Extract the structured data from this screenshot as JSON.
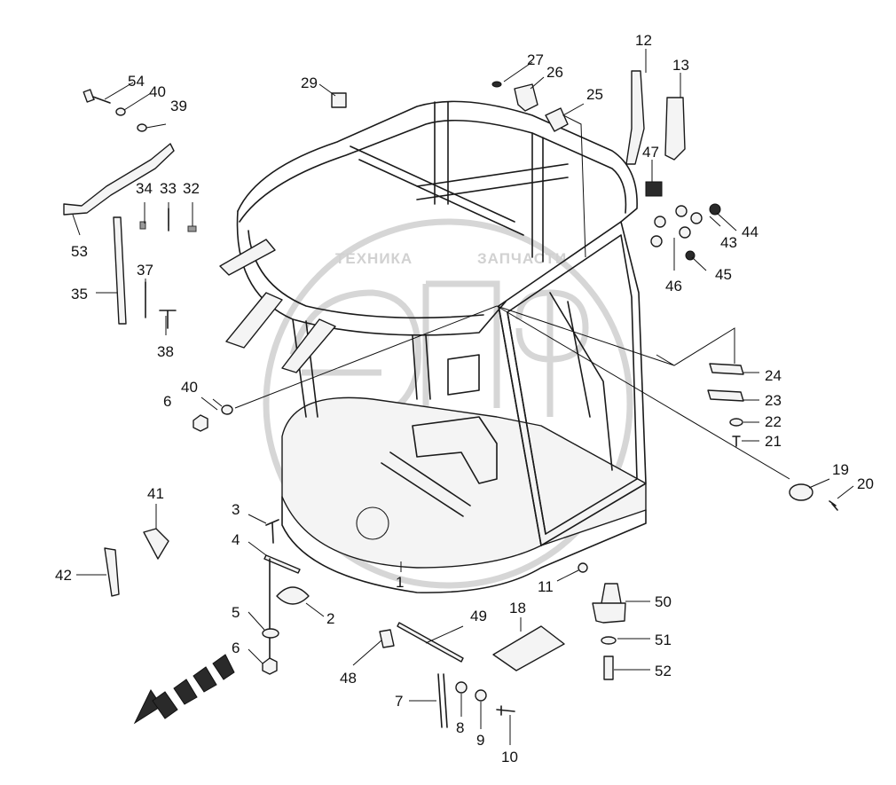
{
  "watermark": {
    "text_left": "ТЕХНИКА",
    "text_right": "ЗАПЧАСТИ",
    "logo_letters": "ЭПФ"
  },
  "callouts": [
    {
      "id": "c1",
      "text": "1"
    },
    {
      "id": "c2",
      "text": "2"
    },
    {
      "id": "c3",
      "text": "3"
    },
    {
      "id": "c4",
      "text": "4"
    },
    {
      "id": "c5",
      "text": "5"
    },
    {
      "id": "c6a",
      "text": "6"
    },
    {
      "id": "c6b",
      "text": "6"
    },
    {
      "id": "c7",
      "text": "7"
    },
    {
      "id": "c8",
      "text": "8"
    },
    {
      "id": "c9",
      "text": "9"
    },
    {
      "id": "c10",
      "text": "10"
    },
    {
      "id": "c11",
      "text": "11"
    },
    {
      "id": "c12",
      "text": "12"
    },
    {
      "id": "c13",
      "text": "13"
    },
    {
      "id": "c18",
      "text": "18"
    },
    {
      "id": "c19",
      "text": "19"
    },
    {
      "id": "c20",
      "text": "20"
    },
    {
      "id": "c21",
      "text": "21"
    },
    {
      "id": "c22",
      "text": "22"
    },
    {
      "id": "c23",
      "text": "23"
    },
    {
      "id": "c24",
      "text": "24"
    },
    {
      "id": "c25",
      "text": "25"
    },
    {
      "id": "c26",
      "text": "26"
    },
    {
      "id": "c27",
      "text": "27"
    },
    {
      "id": "c29",
      "text": "29"
    },
    {
      "id": "c32",
      "text": "32"
    },
    {
      "id": "c33",
      "text": "33"
    },
    {
      "id": "c34",
      "text": "34"
    },
    {
      "id": "c35",
      "text": "35"
    },
    {
      "id": "c37",
      "text": "37"
    },
    {
      "id": "c38",
      "text": "38"
    },
    {
      "id": "c39",
      "text": "39"
    },
    {
      "id": "c40a",
      "text": "40"
    },
    {
      "id": "c40b",
      "text": "40"
    },
    {
      "id": "c41",
      "text": "41"
    },
    {
      "id": "c42",
      "text": "42"
    },
    {
      "id": "c43",
      "text": "43"
    },
    {
      "id": "c44",
      "text": "44"
    },
    {
      "id": "c45",
      "text": "45"
    },
    {
      "id": "c46",
      "text": "46"
    },
    {
      "id": "c47",
      "text": "47"
    },
    {
      "id": "c48",
      "text": "48"
    },
    {
      "id": "c49",
      "text": "49"
    },
    {
      "id": "c50",
      "text": "50"
    },
    {
      "id": "c51",
      "text": "51"
    },
    {
      "id": "c52",
      "text": "52"
    },
    {
      "id": "c53",
      "text": "53"
    },
    {
      "id": "c54",
      "text": "54"
    }
  ]
}
